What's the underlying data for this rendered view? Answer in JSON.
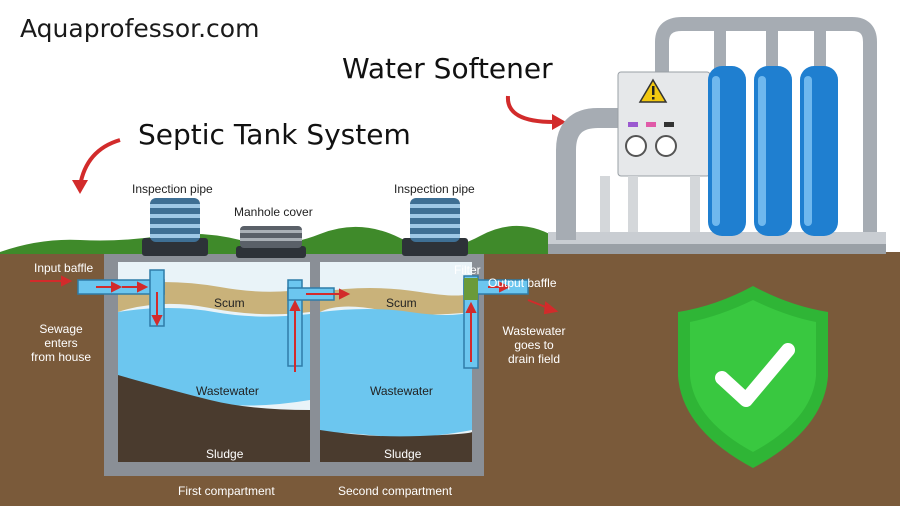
{
  "site_name": "Aquaprofessor.com",
  "headings": {
    "water_softener": "Water Softener",
    "septic_system": "Septic Tank System"
  },
  "labels": {
    "inspection_pipe_left": "Inspection pipe",
    "inspection_pipe_right": "Inspection pipe",
    "manhole_cover": "Manhole cover",
    "input_baffle": "Input baffle",
    "filter": "Filter",
    "output_baffle": "Output baffle",
    "scum_left": "Scum",
    "scum_right": "Scum",
    "sewage_in": [
      "Sewage",
      "enters",
      "from house"
    ],
    "wastewater_out": [
      "Wastewater",
      "goes to",
      "drain field"
    ],
    "wastewater_left": "Wastewater",
    "wastewater_right": "Wastewater",
    "sludge_left": "Sludge",
    "sludge_right": "Sludge",
    "first_compartment": "First compartment",
    "second_compartment": "Second compartment"
  },
  "colors": {
    "soil": "#7a5a3a",
    "grass": "#3f8a2a",
    "water": "#6cc6ef",
    "scum": "#c9b27a",
    "sludge": "#4a3b2e",
    "tank_wall": "#8a8f96",
    "arrow_red": "#d22b2b",
    "shield_green": "#2fb536",
    "tank_blue": "#1f7fd0"
  },
  "icons": {
    "shield": "shield-check-icon",
    "warning": "warning-icon"
  }
}
